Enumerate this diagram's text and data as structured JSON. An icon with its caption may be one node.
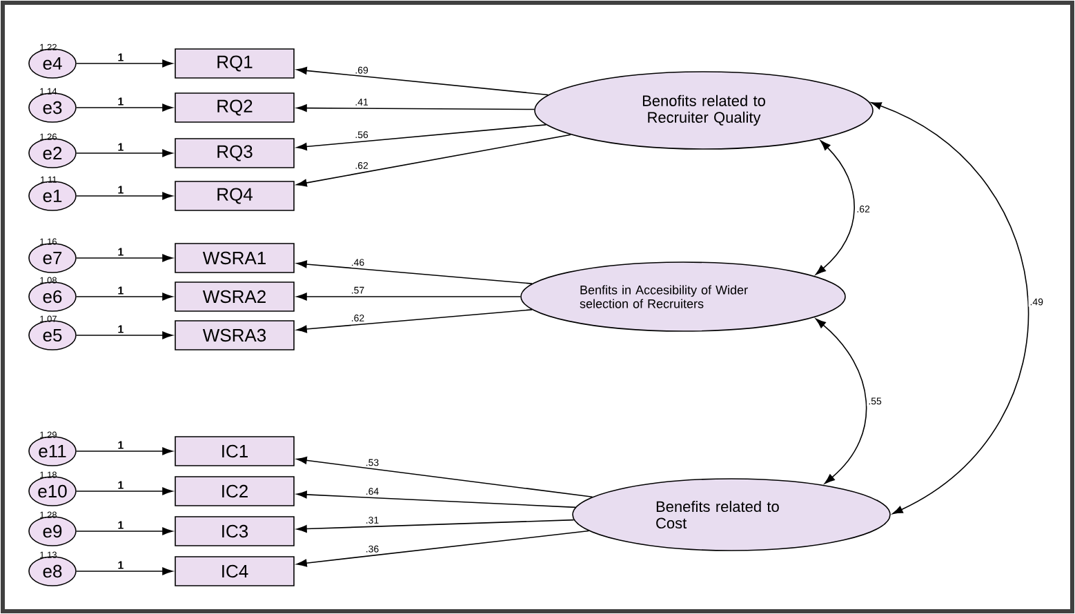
{
  "diagram": {
    "nodes": [
      {
        "text": [
          "e4"
        ],
        "beside": [
          "1.22"
        ]
      },
      {
        "text": [
          "e3"
        ],
        "beside": [
          "1.14"
        ]
      },
      {
        "text": [
          "e2"
        ],
        "beside": [
          "1.26"
        ]
      },
      {
        "text": [
          "e1"
        ],
        "beside": [
          "1.11"
        ]
      },
      {
        "text": [
          "RQ1"
        ]
      },
      {
        "text": [
          "RQ2"
        ]
      },
      {
        "text": [
          "RQ3"
        ]
      },
      {
        "text": [
          "RQ4"
        ]
      },
      {
        "text": [
          "e7"
        ],
        "beside": [
          "1.16"
        ]
      },
      {
        "text": [
          "e6"
        ],
        "beside": [
          "1.08"
        ]
      },
      {
        "text": [
          "e5"
        ],
        "beside": [
          "1.07"
        ]
      },
      {
        "text": [
          "WSRA1"
        ]
      },
      {
        "text": [
          "WSRA2"
        ]
      },
      {
        "text": [
          "WSRA3"
        ]
      },
      {
        "text": [
          "e11"
        ],
        "beside": [
          "1.29"
        ]
      },
      {
        "text": [
          "e10"
        ],
        "beside": [
          "1.18"
        ]
      },
      {
        "text": [
          "e9"
        ],
        "beside": [
          "1.28"
        ]
      },
      {
        "text": [
          "e8"
        ],
        "beside": [
          "1.13"
        ]
      },
      {
        "text": [
          "IC1"
        ]
      },
      {
        "text": [
          "IC2"
        ]
      },
      {
        "text": [
          "IC3"
        ]
      },
      {
        "text": [
          "IC4"
        ]
      },
      {
        "text": [
          "Benofits related to Recruiter Quality"
        ]
      },
      {
        "text": [
          "Benfits in Accesibility of Wider selection of Recruiters"
        ]
      },
      {
        "text": [
          "Benefits related to Cost"
        ]
      }
    ],
    "edges": [
      {
        "from": 0,
        "to": 4,
        "arrow": "to",
        "label": "1"
      },
      {
        "from": 1,
        "to": 5,
        "arrow": "to",
        "label": "1"
      },
      {
        "from": 2,
        "to": 6,
        "arrow": "to",
        "label": "1"
      },
      {
        "from": 3,
        "to": 7,
        "arrow": "to",
        "label": "1"
      },
      {
        "from": 8,
        "to": 11,
        "arrow": "to",
        "label": "1"
      },
      {
        "from": 9,
        "to": 12,
        "arrow": "to",
        "label": "1"
      },
      {
        "from": 10,
        "to": 13,
        "arrow": "to",
        "label": "1"
      },
      {
        "from": 14,
        "to": 18,
        "arrow": "to",
        "label": "1"
      },
      {
        "from": 15,
        "to": 19,
        "arrow": "to",
        "label": "1"
      },
      {
        "from": 16,
        "to": 20,
        "arrow": "to",
        "label": "1"
      },
      {
        "from": 17,
        "to": 21,
        "arrow": "to",
        "label": "1"
      },
      {
        "from": 22,
        "to": 4,
        "arrow": "to",
        "label": ".69"
      },
      {
        "from": 22,
        "to": 5,
        "arrow": "to",
        "label": ".41"
      },
      {
        "from": 22,
        "to": 6,
        "arrow": "to",
        "label": ".56"
      },
      {
        "from": 22,
        "to": 7,
        "arrow": "to",
        "label": ".62"
      },
      {
        "from": 23,
        "to": 11,
        "arrow": "to",
        "label": ".46"
      },
      {
        "from": 23,
        "to": 12,
        "arrow": "to",
        "label": ".57"
      },
      {
        "from": 23,
        "to": 13,
        "arrow": "to",
        "label": ".62"
      },
      {
        "from": 24,
        "to": 18,
        "arrow": "to",
        "label": ".53"
      },
      {
        "from": 24,
        "to": 19,
        "arrow": "to",
        "label": ".64"
      },
      {
        "from": 24,
        "to": 20,
        "arrow": "to",
        "label": ".31"
      },
      {
        "from": 24,
        "to": 21,
        "arrow": "to",
        "label": ".36"
      },
      {
        "from": 22,
        "to": 23,
        "arrow": "both",
        "label": ".62"
      },
      {
        "from": 23,
        "to": 24,
        "arrow": "both",
        "label": ".55"
      },
      {
        "from": 22,
        "to": 24,
        "arrow": "both",
        "label": ".49"
      }
    ]
  }
}
